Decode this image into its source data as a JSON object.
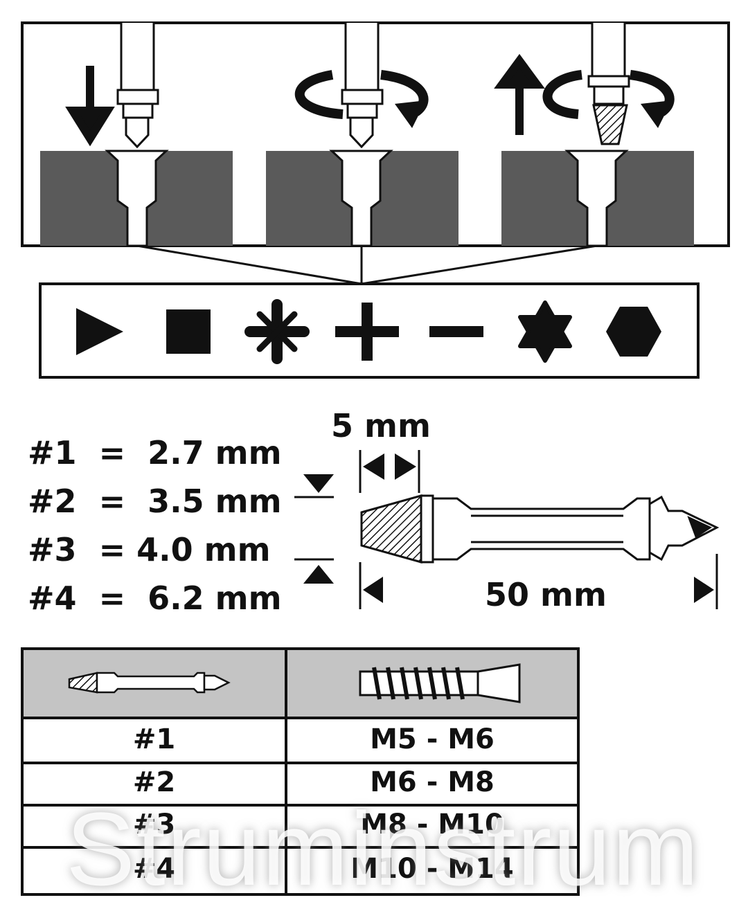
{
  "steps": [
    "drill-down",
    "rotate",
    "extract-up-rotate"
  ],
  "bit_types": [
    "triangle",
    "square",
    "pozidriv",
    "phillips",
    "slotted",
    "torx",
    "hex"
  ],
  "specs": [
    {
      "label": "#1",
      "eq": "=",
      "value": "2.7 mm"
    },
    {
      "label": "#2",
      "eq": "=",
      "value": "3.5 mm"
    },
    {
      "label": "#3",
      "eq": "=",
      "value": "4.0 mm"
    },
    {
      "label": "#4",
      "eq": "=",
      "value": "6.2 mm"
    }
  ],
  "dimensions": {
    "tip": "5 mm",
    "length": "50 mm"
  },
  "table": {
    "rows": [
      {
        "size": "#1",
        "range": "M5 - M6"
      },
      {
        "size": "#2",
        "range": "M6 - M8"
      },
      {
        "size": "#3",
        "range": "M8 - M10"
      },
      {
        "size": "#4",
        "range": "M10 - M14"
      }
    ]
  },
  "watermark": "Struminstrum",
  "colors": {
    "block": "#5a5a5a",
    "header": "#c4c4c4",
    "ink": "#111111"
  }
}
